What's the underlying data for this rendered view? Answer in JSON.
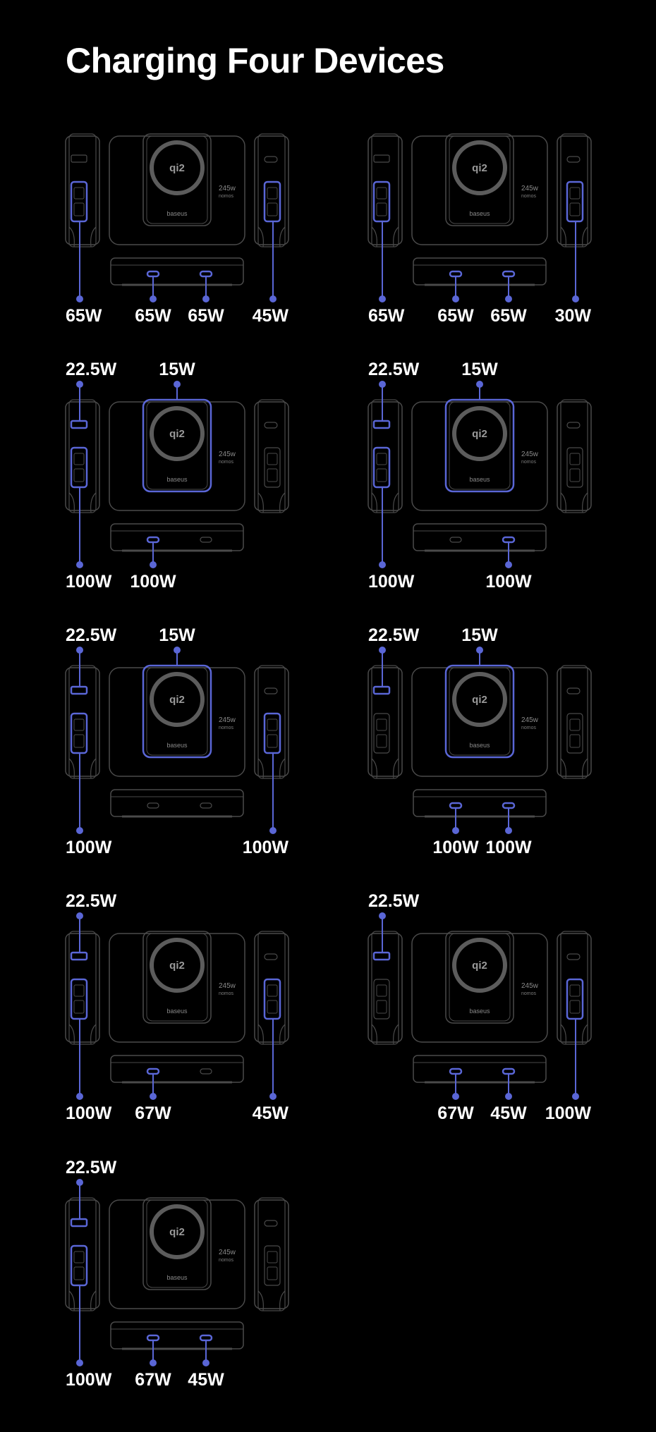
{
  "title": "Charging Four Devices",
  "device": {
    "brand": "baseus",
    "wireless_logo": "qi2",
    "power_rating": "245w",
    "model": "nomos",
    "colors": {
      "outline": "#4a4a4a",
      "active": "#5a66d6",
      "background": "#000000",
      "text": "#ffffff"
    }
  },
  "configurations": [
    {
      "row": 0,
      "col": 0,
      "ports": {
        "wireless": false,
        "usb_a": false,
        "side_left": "65W",
        "side_right": "45W",
        "bottom_left": "65W",
        "bottom_right": "65W"
      }
    },
    {
      "row": 0,
      "col": 1,
      "ports": {
        "wireless": false,
        "usb_a": false,
        "side_left": "65W",
        "side_right": "30W",
        "bottom_left": "65W",
        "bottom_right": "65W"
      }
    },
    {
      "row": 1,
      "col": 0,
      "ports": {
        "wireless": "15W",
        "usb_a": "22.5W",
        "side_left": "100W",
        "side_right": false,
        "bottom_left": "100W",
        "bottom_right": false
      }
    },
    {
      "row": 1,
      "col": 1,
      "ports": {
        "wireless": "15W",
        "usb_a": "22.5W",
        "side_left": "100W",
        "side_right": false,
        "bottom_left": false,
        "bottom_right": "100W"
      }
    },
    {
      "row": 2,
      "col": 0,
      "ports": {
        "wireless": "15W",
        "usb_a": "22.5W",
        "side_left": "100W",
        "side_right": "100W",
        "bottom_left": false,
        "bottom_right": false
      }
    },
    {
      "row": 2,
      "col": 1,
      "ports": {
        "wireless": "15W",
        "usb_a": "22.5W",
        "side_left": false,
        "side_right": false,
        "bottom_left": "100W",
        "bottom_right": "100W"
      }
    },
    {
      "row": 3,
      "col": 0,
      "ports": {
        "wireless": false,
        "usb_a": "22.5W",
        "side_left": "100W",
        "side_right": "45W",
        "bottom_left": "67W",
        "bottom_right": false
      }
    },
    {
      "row": 3,
      "col": 1,
      "ports": {
        "wireless": false,
        "usb_a": "22.5W",
        "side_left": false,
        "side_right": "100W",
        "bottom_left": "67W",
        "bottom_right": "45W"
      }
    },
    {
      "row": 4,
      "col": 0,
      "ports": {
        "wireless": false,
        "usb_a": "22.5W",
        "side_left": "100W",
        "side_right": false,
        "bottom_left": "67W",
        "bottom_right": "45W"
      }
    }
  ]
}
